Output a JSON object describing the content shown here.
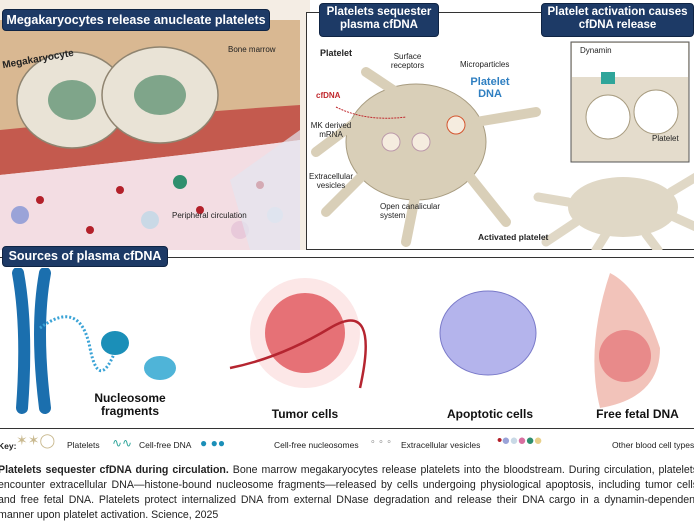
{
  "panels": {
    "marrow": {
      "title": "Megakaryocytes release anucleate platelets",
      "megakaryocyte": "Megakaryocyte",
      "bone_marrow": "Bone marrow",
      "circulation": "Peripheral circulation"
    },
    "sequester": {
      "title": "Platelets sequester plasma cfDNA",
      "platelet": "Platelet",
      "surface_receptors": "Surface receptors",
      "microparticles": "Microparticles",
      "cfdna": "cfDNA",
      "platelet_dna": "Platelet DNA",
      "mk_mrna": "MK derived mRNA",
      "vesicles": "Extracellular vesicles",
      "ocs": "Open canalicular system",
      "activated": "Activated platelet"
    },
    "activation": {
      "title": "Platelet activation causes cfDNA release",
      "dynamin": "Dynamin",
      "platelet": "Platelet"
    },
    "sources": {
      "title": "Sources of plasma cfDNA",
      "items": [
        "Nucleosome fragments",
        "Tumor cells",
        "Apoptotic cells",
        "Free fetal DNA"
      ]
    }
  },
  "key": {
    "label": "Key:",
    "items": [
      "Platelets",
      "Cell-free DNA",
      "Cell-free nucleosomes",
      "Extracellular vesicles",
      "Other blood cell types"
    ]
  },
  "caption": {
    "bold": "Platelets sequester cfDNA during circulation.",
    "text": " Bone marrow megakaryocytes release platelets into the bloodstream. During circulation, platelets encounter extracellular DNA—histone-bound nucleosome fragments—released by cells undergoing physiological apoptosis, including tumor cells and free fetal DNA. Platelets protect internalized DNA from external DNase degradation and release their DNA cargo in a dynamin-dependent manner upon platelet activation. Science, 2025"
  },
  "colors": {
    "header": "#1d3a66",
    "cfdna": "#c0282d",
    "platelet_dna": "#2f7fc1",
    "platelet_body": "#d9cfb8"
  }
}
